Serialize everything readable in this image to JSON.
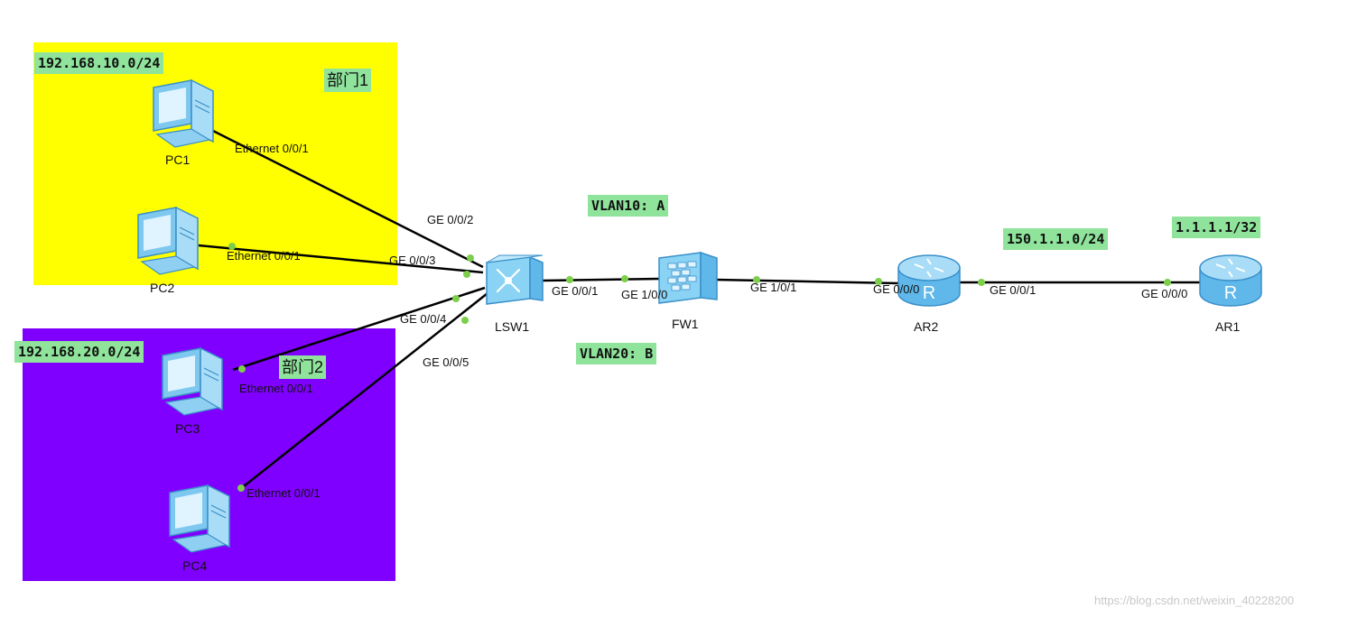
{
  "zones": {
    "dept1": {
      "subnet": "192.168.10.0/24",
      "label": "部门1",
      "color": "#ffff00"
    },
    "dept2": {
      "subnet": "192.168.20.0/24",
      "label": "部门2",
      "color": "#8000ff"
    }
  },
  "vlans": {
    "vlan10": "VLAN10: A",
    "vlan20": "VLAN20: B"
  },
  "subnets": {
    "wan": "150.1.1.0/24",
    "loopback": "1.1.1.1/32"
  },
  "devices": {
    "pc1": "PC1",
    "pc2": "PC2",
    "pc3": "PC3",
    "pc4": "PC4",
    "lsw1": "LSW1",
    "fw1": "FW1",
    "ar2": "AR2",
    "ar1": "AR1"
  },
  "ports": {
    "pc1_eth": "Ethernet 0/0/1",
    "pc2_eth": "Ethernet 0/0/1",
    "pc3_eth": "Ethernet 0/0/1",
    "pc4_eth": "Ethernet 0/0/1",
    "lsw_pc1": "GE 0/0/2",
    "lsw_pc2": "GE 0/0/3",
    "lsw_pc3": "GE 0/0/4",
    "lsw_pc4": "GE 0/0/5",
    "lsw_fw": "GE 0/0/1",
    "fw_lsw": "GE 1/0/0",
    "fw_ar2": "GE 1/0/1",
    "ar2_fw": "GE 0/0/0",
    "ar2_ar1": "GE 0/0/1",
    "ar1_ar2": "GE 0/0/0"
  },
  "watermark": "https://blog.csdn.net/weixin_40228200",
  "colors": {
    "link_dot": "#7ccf4a",
    "tag_bg": "#8fe39b",
    "device_blue": "#5fb7ea"
  }
}
